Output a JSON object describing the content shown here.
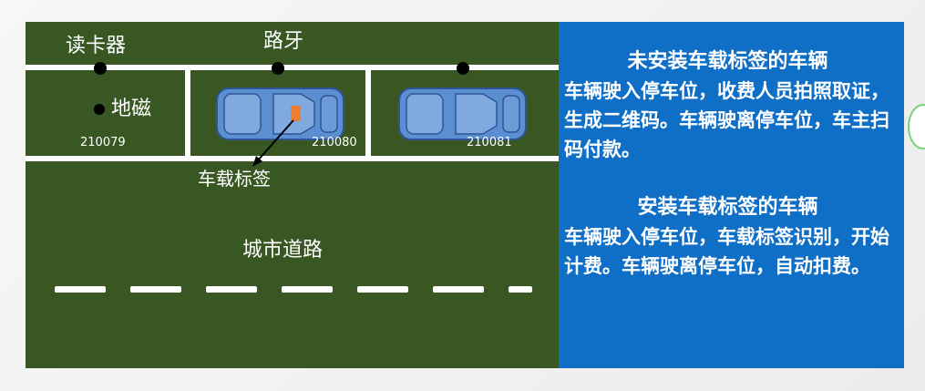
{
  "labels": {
    "card_reader": "读卡器",
    "curb": "路牙",
    "geomagnetic": "地磁",
    "vehicle_tag": "车载标签",
    "city_road": "城市道路"
  },
  "spaces": [
    {
      "id": "210079"
    },
    {
      "id": "210080"
    },
    {
      "id": "210081"
    }
  ],
  "info": {
    "untagged_title": "未安装车载标签的车辆",
    "untagged_body": "车辆驶入停车位，收费人员拍照取证，生成二维码。车辆驶离停车位，车主扫码付款。",
    "tagged_title": "安装车载标签的车辆",
    "tagged_body": "车辆驶入停车位，车载标签识别，开始计费。车辆驶离停车位，自动扣费。"
  },
  "colors": {
    "field": "#385723",
    "panel": "#0f6fc6",
    "car_fill": "#5b8fd1",
    "tag": "#ed7d31",
    "line": "#ffffff"
  }
}
